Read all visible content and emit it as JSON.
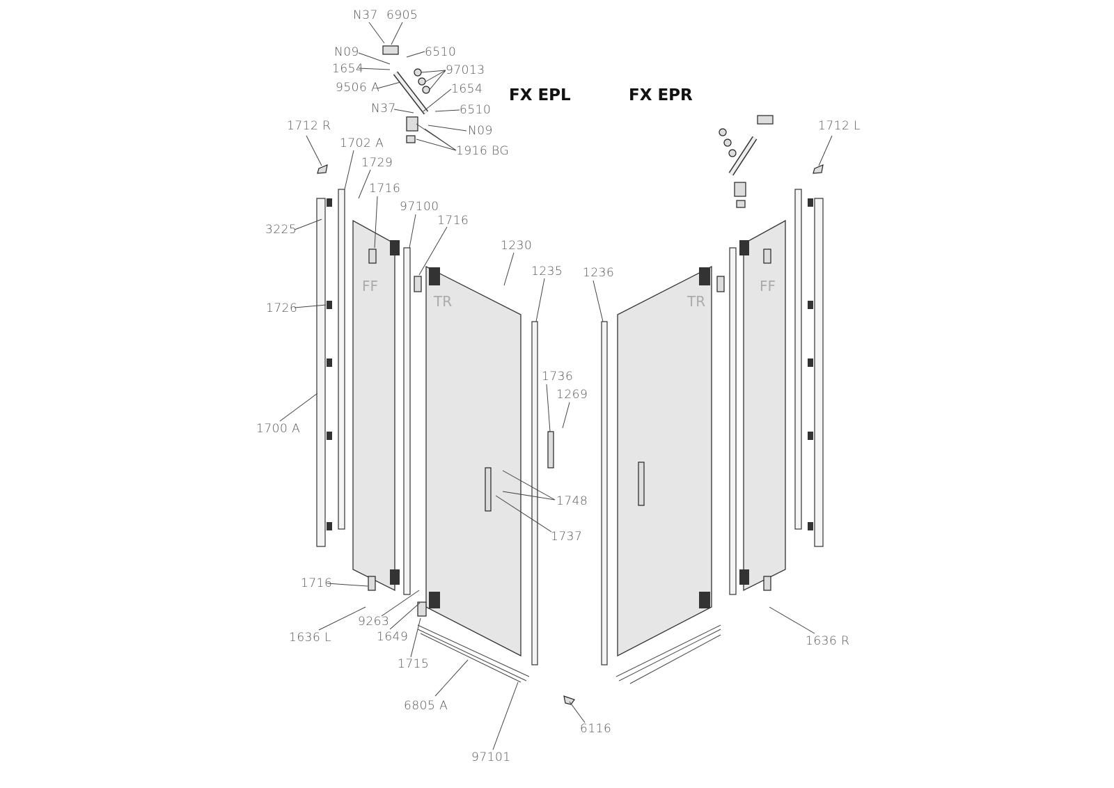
{
  "titles": {
    "left": "FX EPL",
    "right": "FX EPR"
  },
  "panel_marks": {
    "ff_left": "FF",
    "tr_left": "TR",
    "tr_right": "TR",
    "ff_right": "FF"
  },
  "labels": [
    "N37",
    "6905",
    "N09",
    "6510",
    "1654",
    "97013",
    "9506 A",
    "1654",
    "N37",
    "6510",
    "N09",
    "1916 BG",
    "1712 R",
    "1702 A",
    "1729",
    "1716",
    "97100",
    "1716",
    "3225",
    "1230",
    "1235",
    "1236",
    "1726",
    "1736",
    "1269",
    "1700 A",
    "1748",
    "1737",
    "1716",
    "9263",
    "1636 L",
    "1649",
    "1715",
    "6805 A",
    "6116",
    "97101",
    "1712 L",
    "1636 R"
  ]
}
